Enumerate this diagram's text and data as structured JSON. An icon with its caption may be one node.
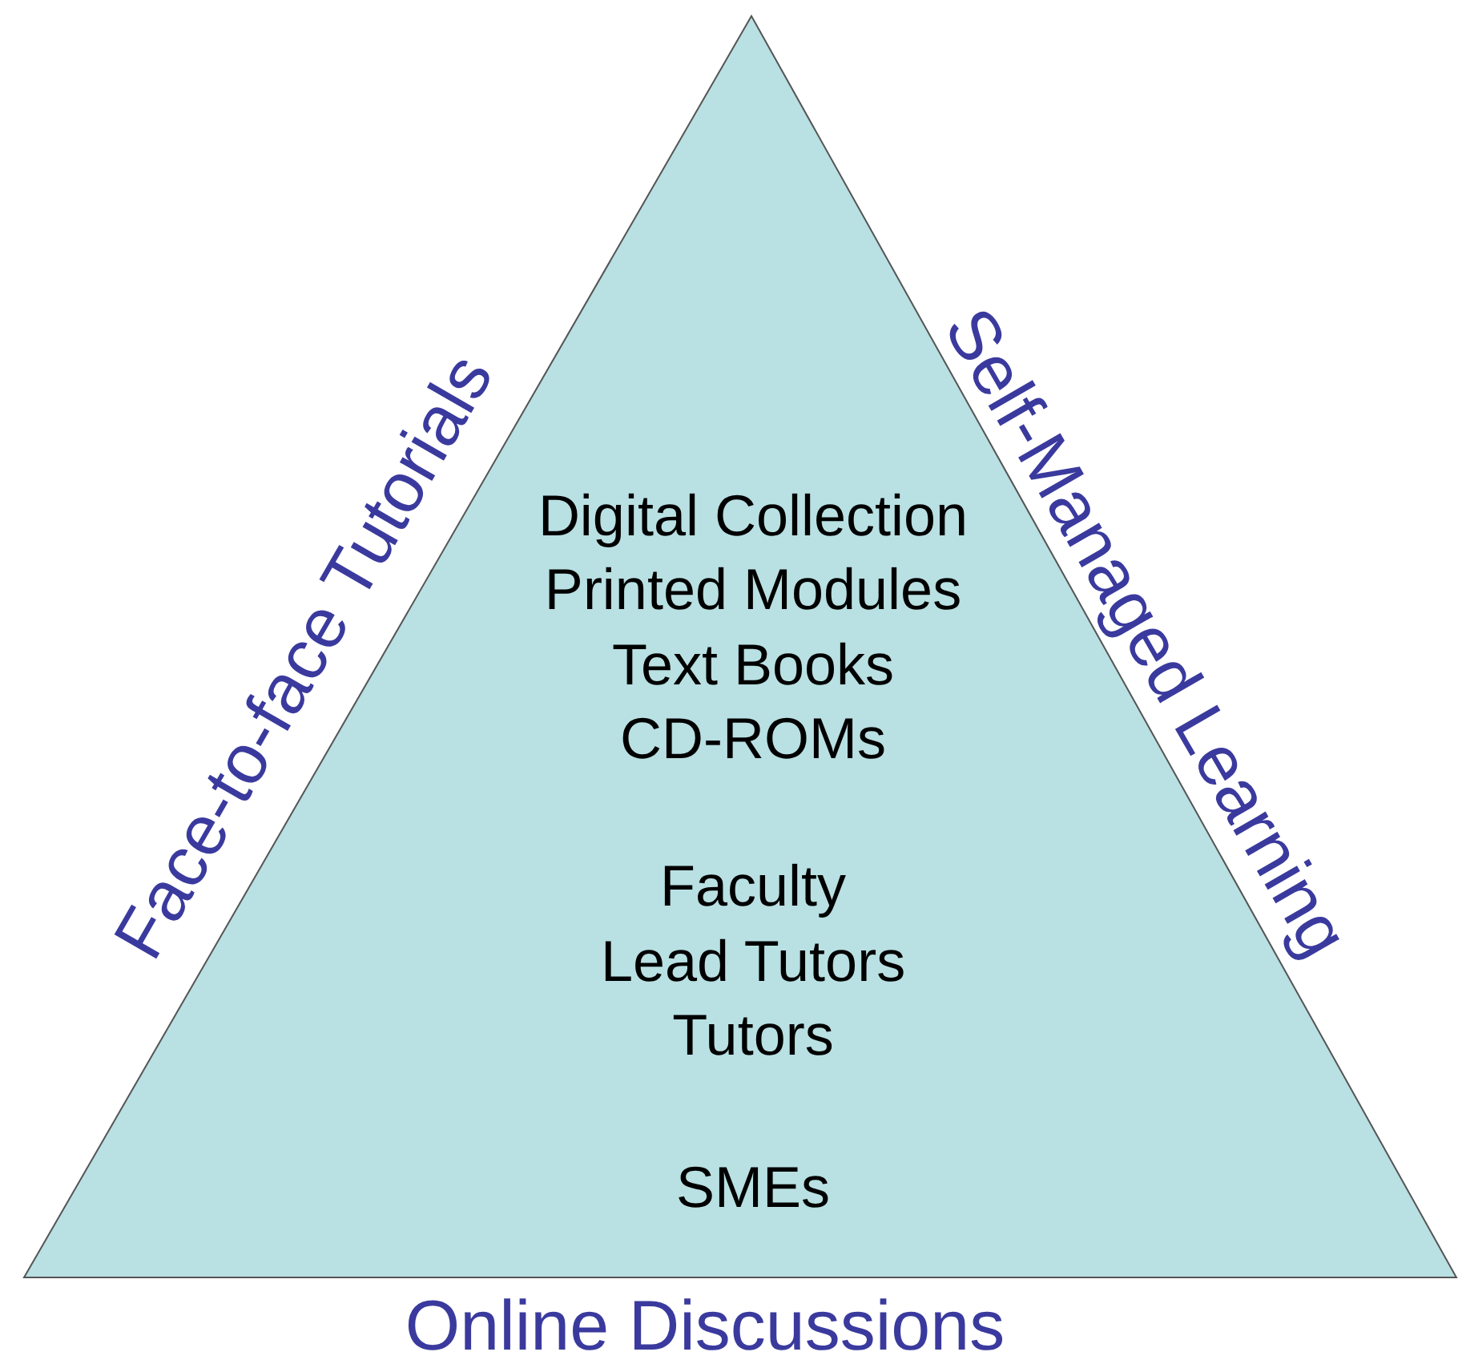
{
  "diagram": {
    "nodes": [
      {
        "text": [
          "Digital Collection",
          "Printed Modules",
          "Text Books",
          "CD-ROMs",
          "Faculty",
          "Lead Tutors",
          "Tutors",
          "SMEs"
        ]
      }
    ],
    "labels": [
      "Face-to-face Tutorials",
      "Self-Managed Learning",
      "Online Discussions"
    ]
  }
}
